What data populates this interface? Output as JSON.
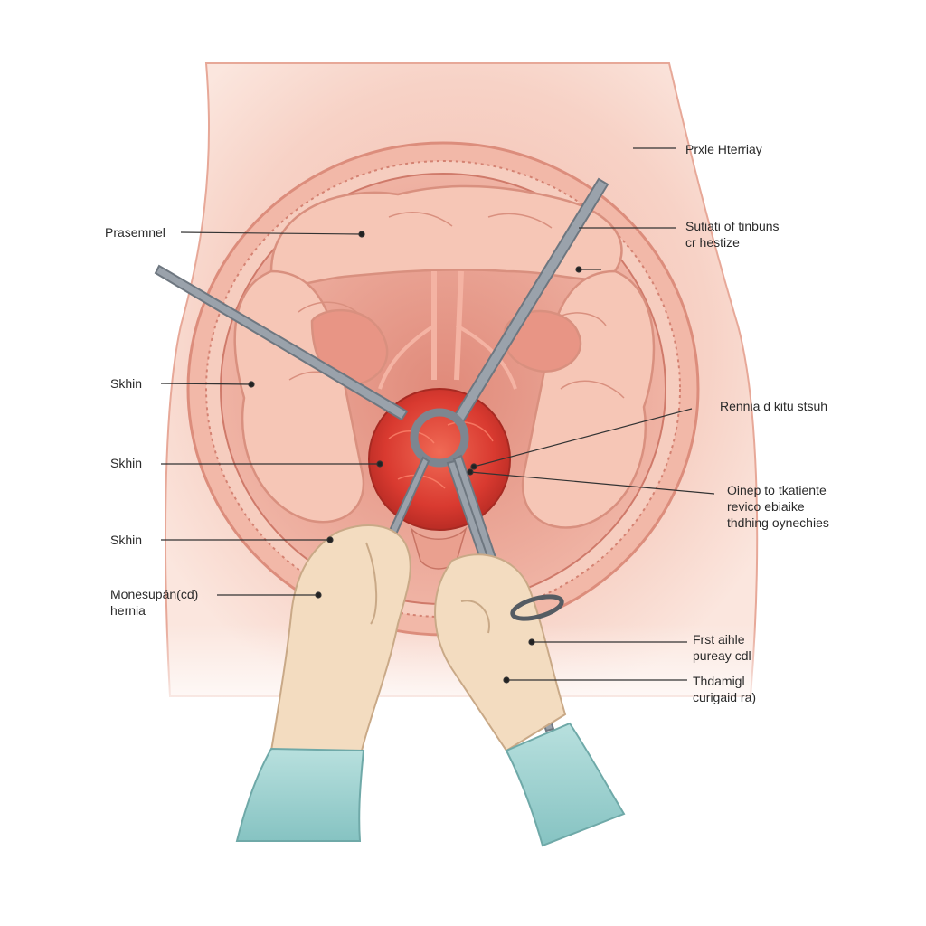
{
  "palette": {
    "skin": "#f7d2c6",
    "skin_dark": "#e9a697",
    "bowel": "#f6c2b3",
    "hernia": "#e2453a",
    "instrument": "#8b939c",
    "glove": "#f3dcc0",
    "sleeve": "#9fd0cf",
    "leader_line": "#333333"
  },
  "labels": {
    "l1": {
      "line1": "Prasemnel"
    },
    "l2": {
      "line1": "Skhin"
    },
    "l3": {
      "line1": "Skhin"
    },
    "l4": {
      "line1": "Skhin"
    },
    "l5": {
      "line1": "Monesupán(cd)",
      "line2": "hernia"
    },
    "r1": {
      "line1": "Prxle Hterriay"
    },
    "r2": {
      "line1": "Sutiati of tinbuns",
      "line2": "cr hestize"
    },
    "r3": {
      "line1": "Rennia d kitu stsuh"
    },
    "r4": {
      "line1": "Oinep to tkatiente",
      "line2": "revico ebiaike",
      "line3": "thdhing oynechies"
    },
    "r5": {
      "line1": "Frst aihle",
      "line2": "pureay cdl"
    },
    "r6": {
      "line1": "Thdamigl",
      "line2": "curigaid ra)"
    }
  }
}
